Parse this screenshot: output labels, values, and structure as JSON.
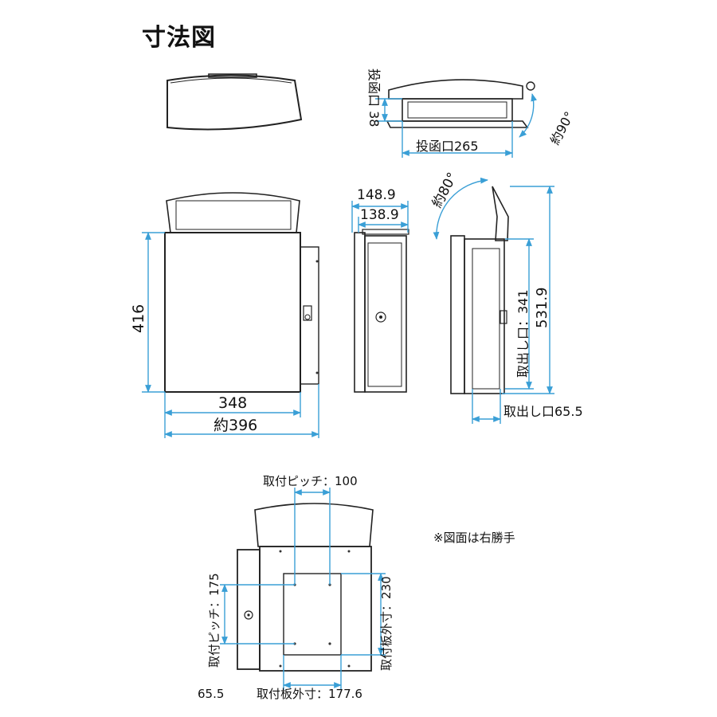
{
  "title": "寸法図",
  "note": "※図面は右勝手",
  "labels": {
    "slot_height": "投函口 38",
    "slot_width": "投函口265",
    "lid_angle_top": "約90°",
    "width_148": "148.9",
    "width_138": "138.9",
    "lid_angle_side": "約80°",
    "height_416": "416",
    "width_348": "348",
    "width_396": "約396",
    "outlet_341": "取出し口：341",
    "height_531": "531.9",
    "outlet_65": "取出し口65.5",
    "pitch_100": "取付ピッチ：100",
    "pitch_175": "取付ピッチ：175",
    "plate_230": "取付板外寸：230",
    "plate_177": "取付板外寸：177.6",
    "corner_65": "65.5"
  },
  "colors": {
    "dimension_line": "#3a9fd6",
    "outline": "#222222",
    "panel_fill": "#e6e6e6"
  }
}
